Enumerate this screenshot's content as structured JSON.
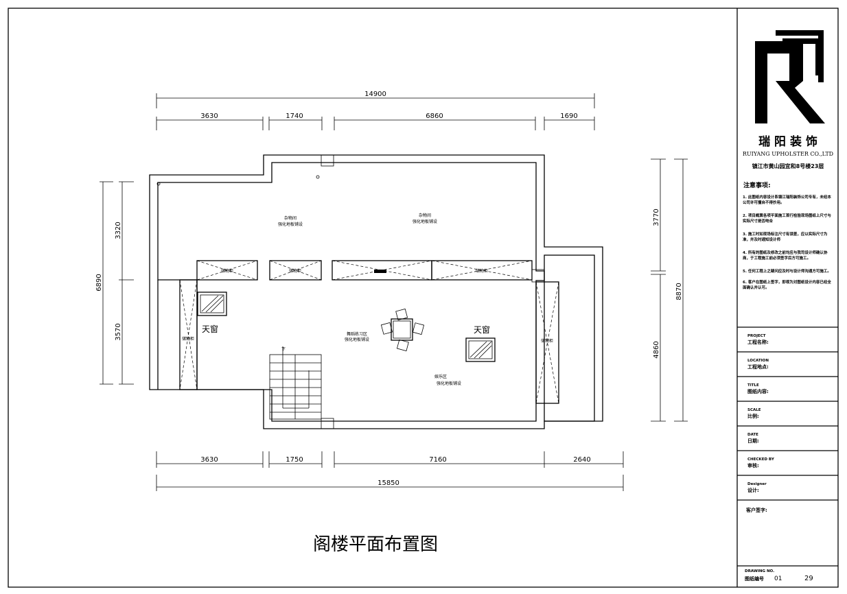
{
  "drawing_title": "阁楼平面布置图",
  "dimensions": {
    "top_total": "14900",
    "top": [
      "3630",
      "1740",
      "6860",
      "1690"
    ],
    "bottom": [
      "3630",
      "1750",
      "7160",
      "2640"
    ],
    "bottom_total": "15850",
    "left_total": "6890",
    "left": [
      "3320",
      "3570"
    ],
    "right": [
      "3770",
      "4860"
    ],
    "right_total": "8870"
  },
  "rooms": [
    {
      "name": "杂物间",
      "floor": "强化地板铺设"
    },
    {
      "name": "杂物间",
      "floor": "强化地板铺设"
    },
    {
      "name": "舞蹈练习区",
      "floor": "强化地板铺设"
    },
    {
      "name": "娱乐区",
      "floor": "强化地板铺设"
    }
  ],
  "skylight_label": "天窗",
  "cabinet_label": "储物柜",
  "stair_label": "下",
  "title_block": {
    "company_cn": "瑞 阳 装 饰",
    "company_en": "RUIYANG UPHOLSTER CO.,LTD",
    "address": "镇江市黄山园宜和8号楼23层",
    "notes_title": "注意事项:",
    "notes": [
      "1. 此图纸内容设计系镇江瑞阳装饰公司专有，未经本公司许可擅自不得抄用。",
      "2. 项目概算各项平面施工首行检验现场图纸上尺寸与实际尺寸是否吻合",
      "3. 施工时如现场标注尺寸有误差，应以实际尺寸为准，并及时通知设计师",
      "4. 所有的图纸及修改之前均应与我司设计师确认协商，于工程施工前必须签字后方可施工。",
      "5. 任何工程上之疑问应及时与设计师沟通方可施工。",
      "6. 客户在图纸上签字，即视为对图纸设计内容已经全面确认并认可。"
    ],
    "fields": [
      {
        "en": "PROJECT",
        "cn": "工程名称:"
      },
      {
        "en": "LOCATION",
        "cn": "工程地点:"
      },
      {
        "en": "TITLE",
        "cn": "图纸内容:"
      },
      {
        "en": "SCALE",
        "cn": "比例:"
      },
      {
        "en": "DATE",
        "cn": "日期:"
      },
      {
        "en": "CHECKED  BY",
        "cn": "审核:"
      },
      {
        "en": "Designer",
        "cn": "设计:"
      }
    ],
    "client_sign": "客户签字:",
    "drawing_no_en": "DRAWING NO.",
    "drawing_no_cn": "图纸编号",
    "drawing_no": "01",
    "page": "29"
  }
}
